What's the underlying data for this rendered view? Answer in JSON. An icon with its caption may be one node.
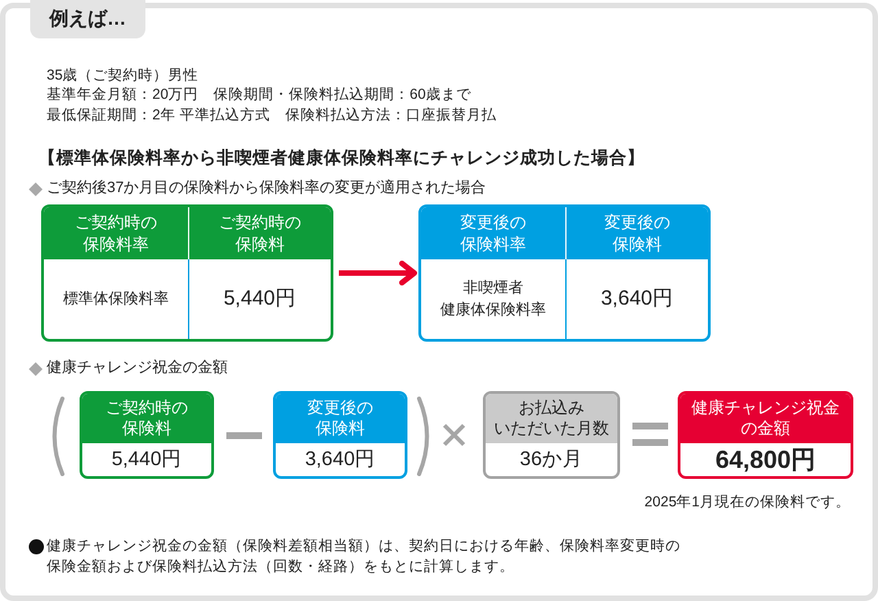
{
  "diagram": {
    "title": "例えば…",
    "nodes": [
      {
        "text": [
          "ご契約時の保険料率",
          "ご契約時の保険料",
          "標準体保険料率",
          "5,440円"
        ]
      },
      {
        "text": [
          "変更後の保険料率",
          "変更後の保険料",
          "非喫煙者健康体保険料率",
          "3,640円"
        ]
      },
      {
        "text": [
          "ご契約時の保険料",
          "5,440円"
        ]
      },
      {
        "text": [
          "変更後の保険料",
          "3,640円"
        ]
      },
      {
        "text": [
          "お払込みいただいた月数",
          "36か月"
        ]
      },
      {
        "text": [
          "健康チャレンジ祝金の金額",
          "64,800円"
        ]
      }
    ],
    "edges": [
      {
        "from": 0,
        "to": 1,
        "arrow": "to",
        "color": "#e8002c"
      }
    ],
    "labels": [
      "35歳（ご契約時）男性",
      "基準年金月額：20万円　保険期間・保険料払込期間：60歳まで",
      "最低保証期間：2年 平準払込方式　保険料払込方法：口座振替月払",
      "【標準体保険料率から非喫煙者健康体保険料率にチャレンジ成功した場合】",
      "ご契約後37か月目の保険料から保険料率の変更が適用された場合",
      "健康チャレンジ祝金の金額",
      "2025年1月現在の保険料です。",
      "健康チャレンジ祝金の金額（保険料差額相当額）は、契約日における年齢、保険料率変更時の保険金額および保険料払込方法（回数・経路）をもとに計算します。"
    ]
  }
}
